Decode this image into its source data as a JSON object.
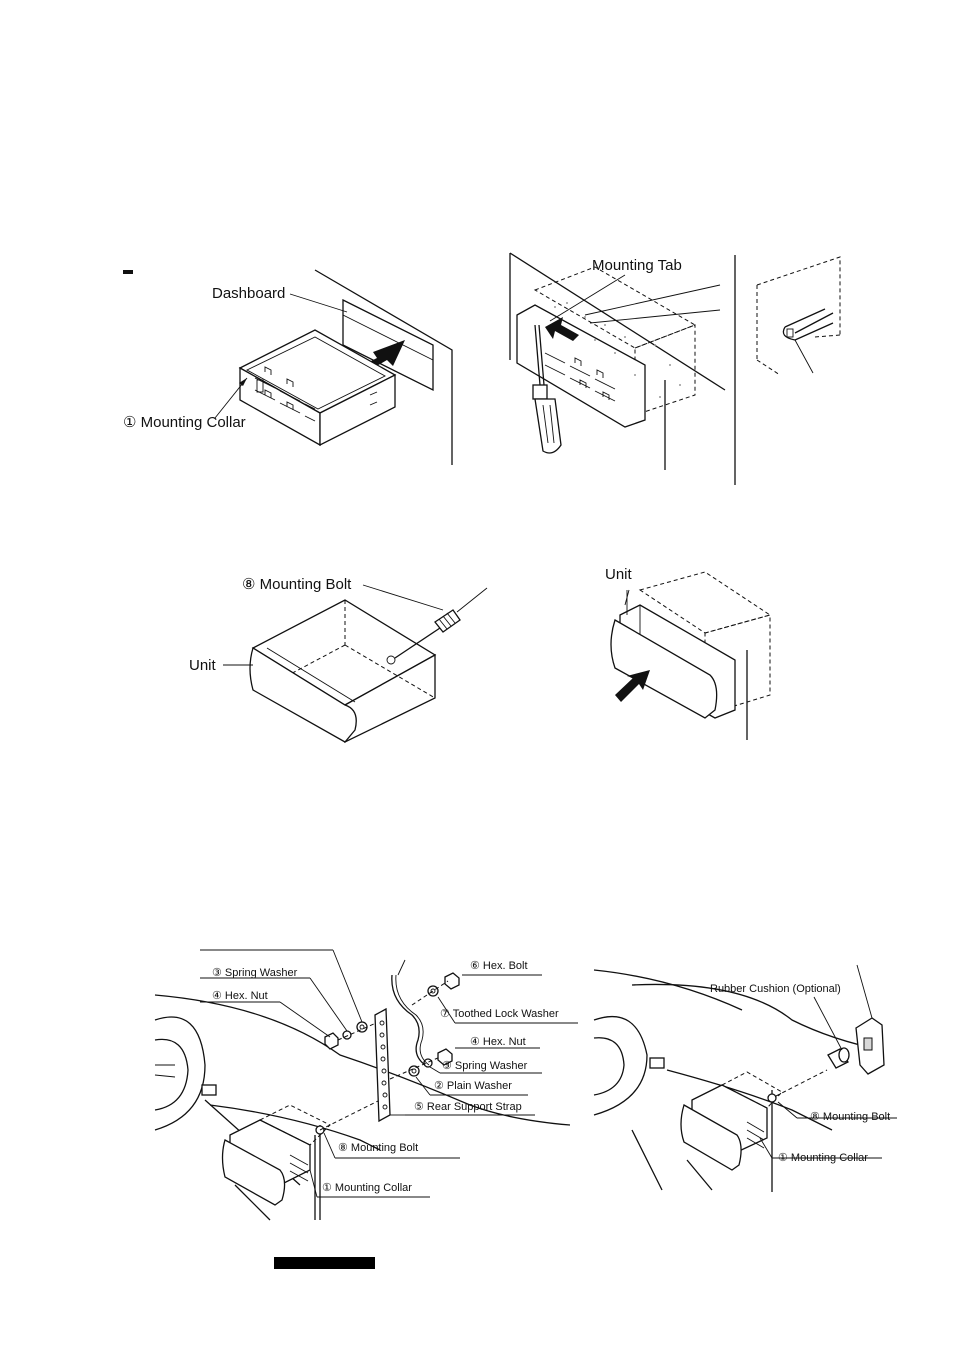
{
  "figures": {
    "fig1": {
      "dashboard": "Dashboard",
      "mounting_collar": "① Mounting Collar"
    },
    "fig2": {
      "mounting_tab": "Mounting Tab"
    },
    "fig3": {
      "mounting_bolt": "⑧ Mounting Bolt",
      "unit": "Unit"
    },
    "fig4": {
      "unit": "Unit"
    },
    "fig5": {
      "spring_washer_top": "③ Spring Washer",
      "hex_nut_top": "④ Hex. Nut",
      "hex_bolt": "⑥ Hex. Bolt",
      "toothed_lock_washer": "⑦ Toothed Lock Washer",
      "hex_nut_right": "④ Hex. Nut",
      "spring_washer_right": "③ Spring Washer",
      "plain_washer": "② Plain Washer",
      "rear_support_strap": "⑤ Rear Support Strap",
      "mounting_bolt": "⑧ Mounting Bolt",
      "mounting_collar": "① Mounting Collar"
    },
    "fig6": {
      "rubber_cushion": "Rubber Cushion (Optional)",
      "mounting_bolt": "⑧ Mounting Bolt",
      "mounting_collar": "① Mounting Collar"
    }
  }
}
